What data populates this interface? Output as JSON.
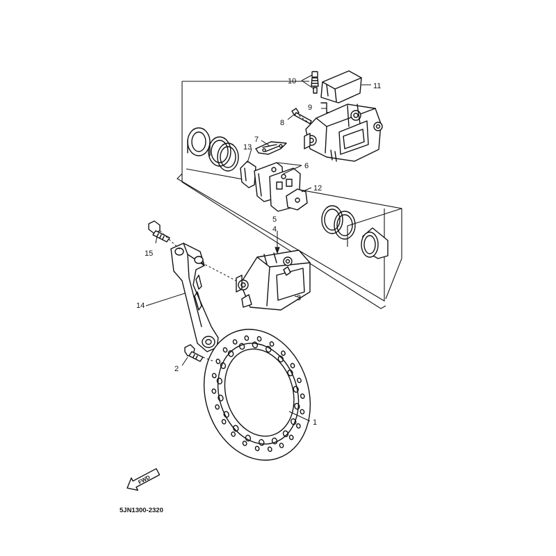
{
  "diagram": {
    "part_code": "5JN1300-2320",
    "forward_label": "FWD",
    "callouts": {
      "c1": "1",
      "c2": "2",
      "c3": "3",
      "c4": "4",
      "c5": "5",
      "c6": "6",
      "c7": "7",
      "c8": "8",
      "c9": "9",
      "c10": "10",
      "c11": "11",
      "c12": "12",
      "c13": "13",
      "c14": "14",
      "c15": "15"
    }
  }
}
